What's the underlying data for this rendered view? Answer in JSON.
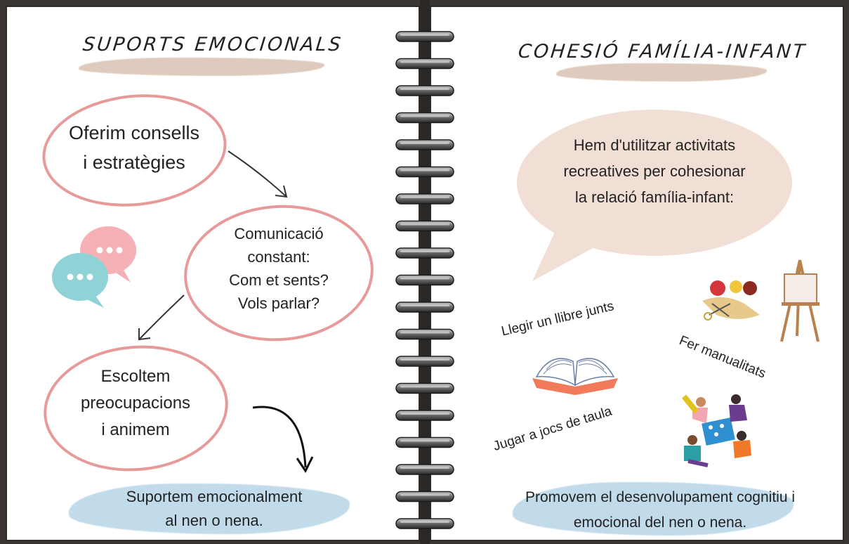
{
  "left": {
    "title": "SUPORTS EMOCIONALS",
    "step1": [
      "Oferim consells",
      "i estratègies"
    ],
    "step2": [
      "Comunicació",
      "constant:",
      "Com et sents?",
      "Vols parlar?"
    ],
    "step3": [
      "Escoltem",
      "preocupacions",
      "i animem"
    ],
    "result": [
      "Suportem emocionalment",
      "al nen o nena."
    ]
  },
  "right": {
    "title": "COHESIÓ FAMÍLIA-INFANT",
    "bubble": [
      "Hem d'utilitzar activitats",
      "recreatives per cohesionar",
      "la relació família-infant:"
    ],
    "activities": {
      "read": "Llegir un llibre junts",
      "crafts": "Fer manualitats",
      "games": "Jugar a jocs de taula"
    },
    "result": [
      "Promovem el desenvolupament cognitiu i",
      "emocional del nen o nena."
    ]
  },
  "colors": {
    "ring": "#e79a9a",
    "beige_brush": "#d9c2b3",
    "blue_brush": "#a9cce3",
    "bubble": "#f1dfd6",
    "chat_pink": "#f5b1b5",
    "chat_teal": "#8fd3d6"
  },
  "icons": [
    "chat-bubbles-icon",
    "open-book-icon",
    "sewing-kit-icon",
    "easel-icon",
    "board-game-people-icon",
    "spiral-binding-icon"
  ]
}
